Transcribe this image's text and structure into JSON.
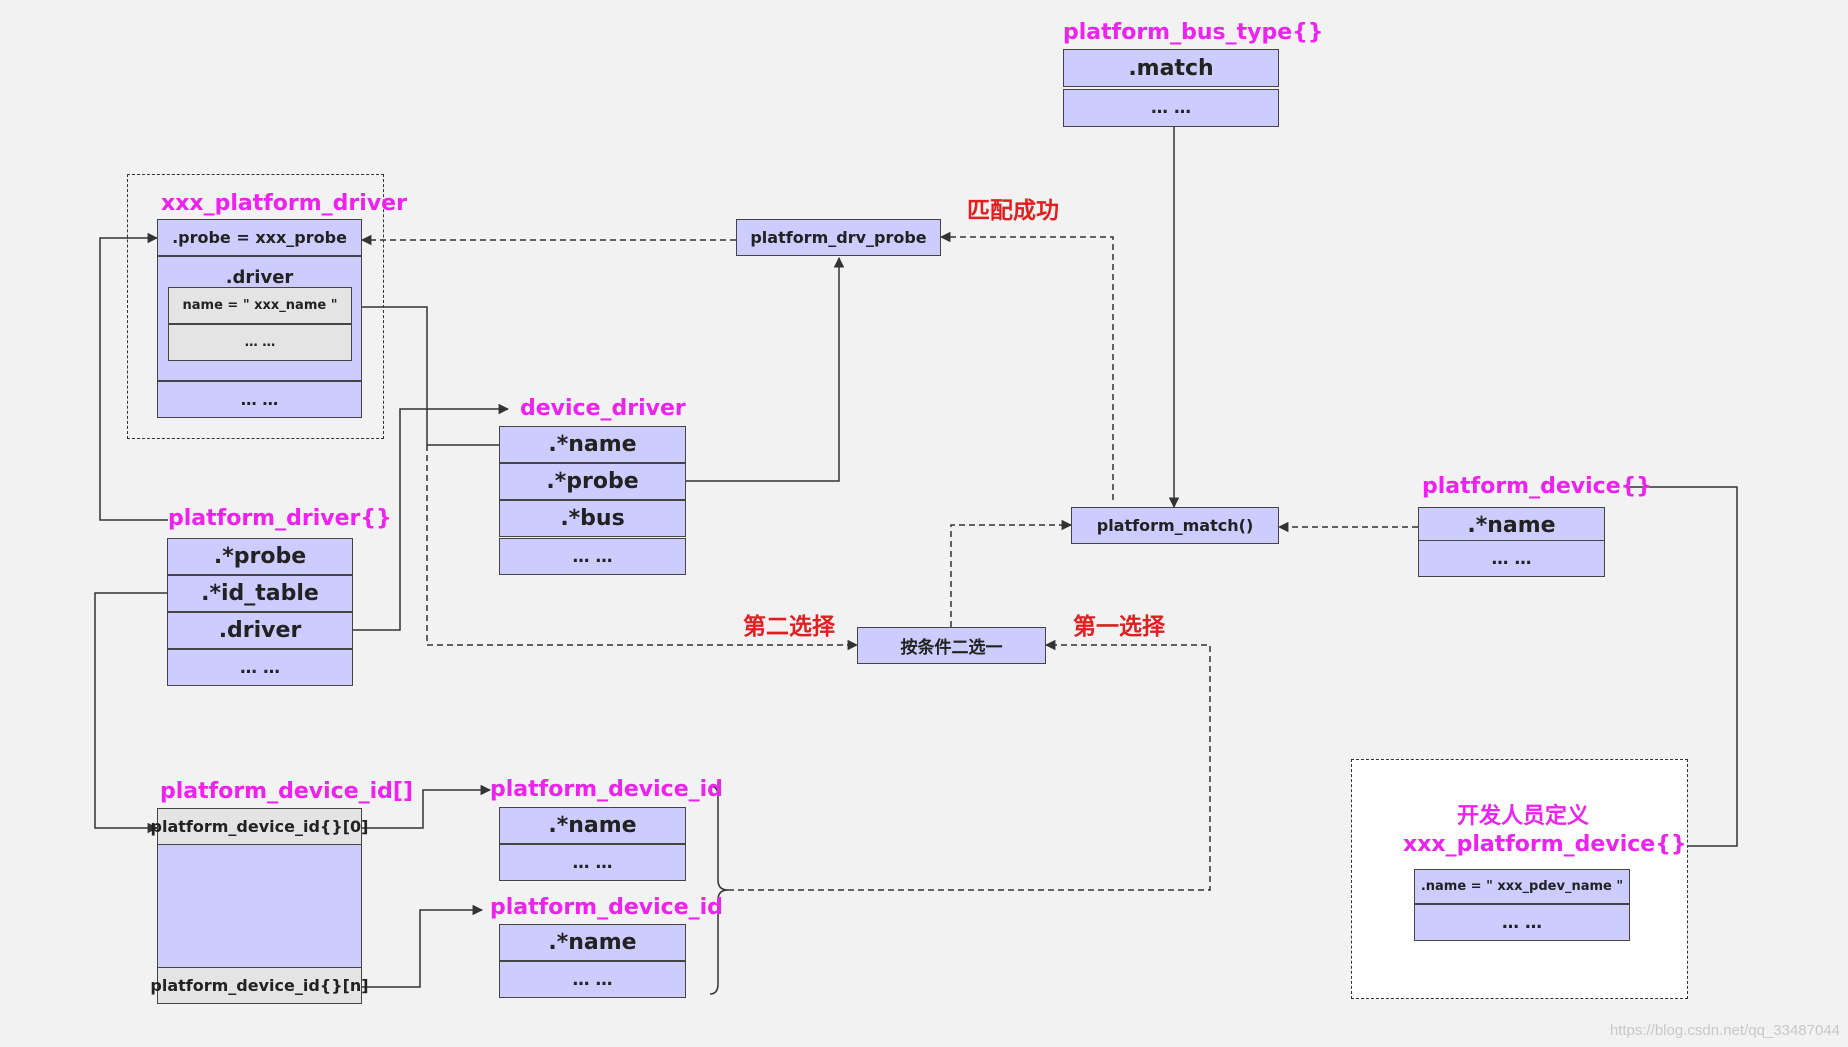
{
  "bus_type": {
    "title": "platform_bus_type{}",
    "fields": [
      ".match",
      "… …"
    ]
  },
  "driver_group": {
    "title": "xxx_platform_driver",
    "probe": ".probe = xxx_probe",
    "driver_label": ".driver",
    "inner_name": "name = \" xxx_name \"",
    "inner_more": "… …",
    "more": "… …"
  },
  "drv_probe": "platform_drv_probe",
  "match_success": "匹配成功",
  "device_driver": {
    "title": "device_driver",
    "fields": [
      ".*name",
      ".*probe",
      ".*bus",
      "… …"
    ]
  },
  "platform_match": "platform_match()",
  "platform_device": {
    "title": "platform_device{}",
    "fields": [
      ".*name",
      "… …"
    ]
  },
  "platform_driver": {
    "title": "platform_driver{}",
    "fields": [
      ".*probe",
      ".*id_table",
      ".driver",
      "… …"
    ]
  },
  "select_box": "按条件二选一",
  "second_choice": "第二选择",
  "first_choice": "第一选择",
  "id_array": {
    "title": "platform_device_id[]",
    "first": "platform_device_id{}[0]",
    "last": "platform_device_id{}[n]"
  },
  "device_id_1": {
    "title": "platform_device_id",
    "fields": [
      ".*name",
      "… …"
    ]
  },
  "device_id_2": {
    "title": "platform_device_id",
    "fields": [
      ".*name",
      "… …"
    ]
  },
  "dev_defined": {
    "line1": "开发人员定义",
    "line2": "xxx_platform_device{}",
    "name": ".name = \" xxx_pdev_name \"",
    "more": "… …"
  },
  "watermark": "https://blog.csdn.net/qq_33487044"
}
